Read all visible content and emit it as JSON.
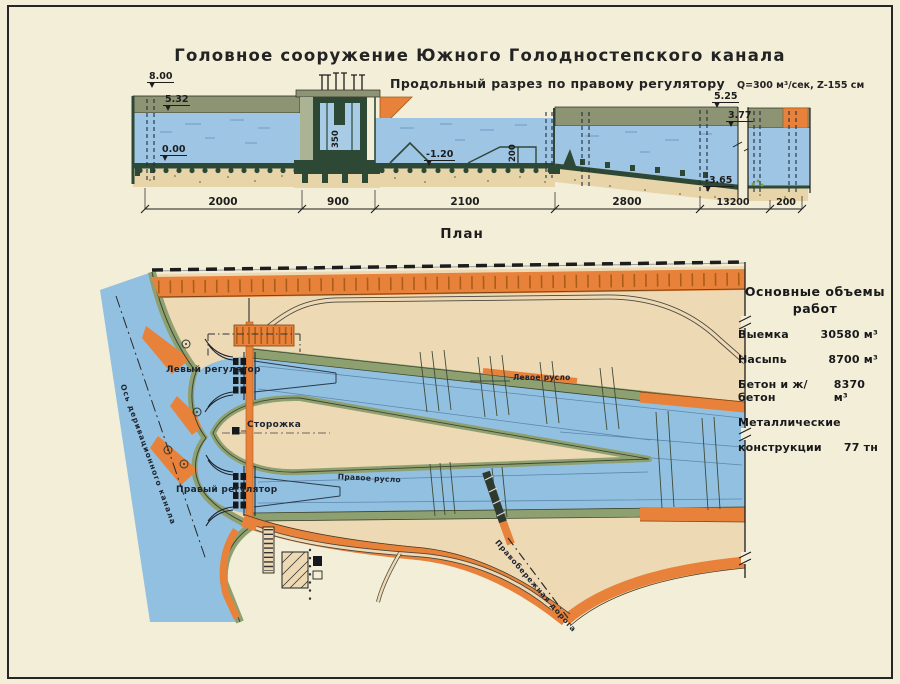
{
  "page": {
    "title": "Головное сооружение Южного  Голодностепского канала",
    "section_subtitle": "Продольный разрез по правому регулятору",
    "flow_note": "Q=300 м³/сек, Z-155 см",
    "plan_title": "План"
  },
  "section": {
    "elevations": {
      "crest_left": "8.00",
      "water_left": "5.32",
      "zero_left": "0.00",
      "basin": "-1.20",
      "crest_right": "5.25",
      "water_right": "3.77",
      "bed_right": "-3.65",
      "gate_height": "350",
      "chute_height": "200"
    },
    "dims": [
      "2000",
      "900",
      "2100",
      "2800",
      "13200",
      "200"
    ]
  },
  "plan": {
    "labels": {
      "left_regulator": "Левый регулятор",
      "left_channel": "Левое русло",
      "guard_house": "Сторожка",
      "right_regulator": "Правый регулятор",
      "right_channel": "Правое русло",
      "canal_axis": "Ось деривационного канала",
      "right_bank_road": "Правобережная дорога"
    }
  },
  "legend": {
    "title_line1": "Основные объемы",
    "title_line2": "работ",
    "rows": [
      {
        "label": "Выемка",
        "value": "30580 м³"
      },
      {
        "label": "Насыпь",
        "value": "8700 м³"
      },
      {
        "label": "Бетон и ж/бетон",
        "value": "8370 м³"
      },
      {
        "label": "Металлические",
        "value": ""
      },
      {
        "label": "конструкции",
        "value": "77 тн"
      }
    ]
  },
  "colors": {
    "paper": "#f3eed8",
    "water": "#9ec5e4",
    "plan_water": "#92c0e0",
    "concrete_dark": "#2e4836",
    "embankment_orange": "#e8823b",
    "crest_olive": "#8d9474",
    "bank_olive": "#8ea06f",
    "land_tan": "#eed9b5",
    "sand": "#e7d4a9"
  }
}
